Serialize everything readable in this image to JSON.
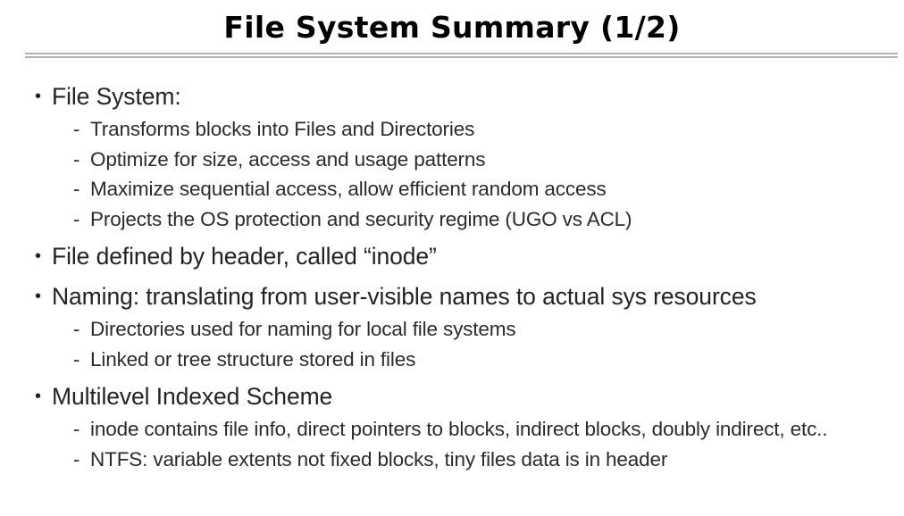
{
  "slide": {
    "title": "File System Summary (1/2)",
    "rule_color": "#b2b2b2",
    "background": "#ffffff",
    "text_color": "#232323",
    "bullet_marker": "•",
    "dash_marker": "-",
    "sections": [
      {
        "heading": "File System:",
        "items": [
          "Transforms blocks into Files and Directories",
          "Optimize for size, access and usage patterns",
          "Maximize sequential access, allow efficient random access",
          "Projects the OS protection and security regime (UGO vs ACL)"
        ]
      },
      {
        "heading": "File defined by header, called “inode”",
        "items": []
      },
      {
        "heading": "Naming: translating from user-visible names to actual sys resources",
        "items": [
          "Directories used for naming for local file systems",
          "Linked or tree structure stored in files"
        ]
      },
      {
        "heading": "Multilevel Indexed Scheme",
        "items": [
          "inode contains file info, direct pointers to blocks, indirect blocks, doubly indirect, etc..",
          "NTFS: variable extents not fixed blocks, tiny files data is in header"
        ]
      }
    ]
  }
}
